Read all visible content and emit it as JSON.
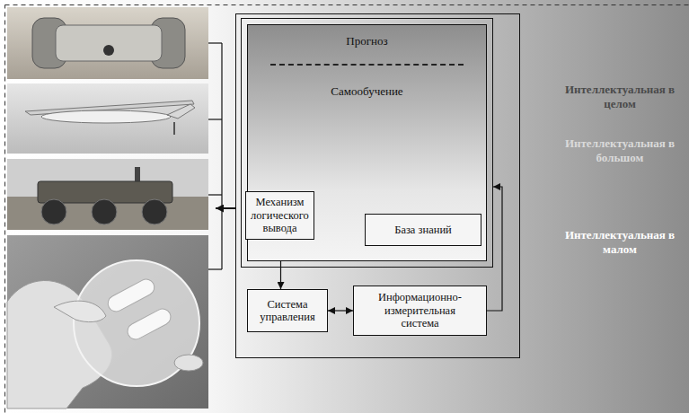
{
  "diagram": {
    "nodes": [
      {
        "text": [
          "Прогноз",
          "Самообучение"
        ]
      },
      {
        "text": [
          "Механизм логического вывода"
        ],
        "in": 0
      },
      {
        "text": [
          "База знаний"
        ],
        "in": 0
      },
      {
        "text": [
          "Система управления"
        ]
      },
      {
        "text": [
          "Информационно-измерительная система"
        ]
      }
    ],
    "edges": [
      {
        "from": 1,
        "to": 2,
        "arrow": "both"
      },
      {
        "from": 1,
        "to": 3,
        "arrow": "to"
      },
      {
        "from": 3,
        "to": 4,
        "arrow": "both"
      },
      {
        "from": 4,
        "to": 0,
        "arrow": "to"
      }
    ],
    "labels": [
      "Интеллектуальная в целом",
      "Интеллектуальная в большом",
      "Интеллектуальная в малом"
    ]
  }
}
